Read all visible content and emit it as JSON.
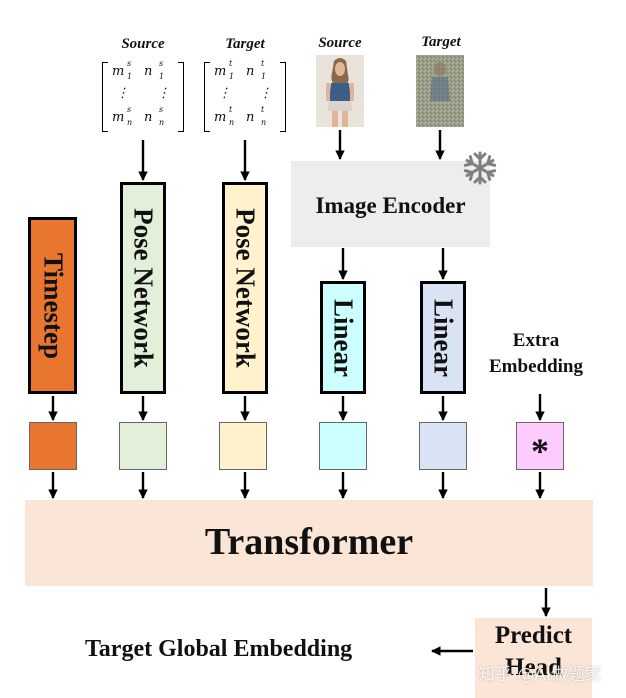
{
  "pose_source": {
    "header": "Source",
    "matrix": {
      "r1c1": "m",
      "r1c1_sup": "s",
      "r1c1_sub": "1",
      "r1c2": "n",
      "r1c2_sup": "s",
      "r1c2_sub": "1",
      "dots": "⋮",
      "r2c1": "m",
      "r2c1_sup": "s",
      "r2c1_sub": "n",
      "r2c2": "n",
      "r2c2_sup": "s",
      "r2c2_sub": "n"
    }
  },
  "pose_target": {
    "header": "Target",
    "matrix": {
      "r1c1": "m",
      "r1c1_sup": "t",
      "r1c1_sub": "1",
      "r1c2": "n",
      "r1c2_sup": "t",
      "r1c2_sub": "1",
      "dots": "⋮",
      "r2c1": "m",
      "r2c1_sup": "t",
      "r2c1_sub": "n",
      "r2c2": "n",
      "r2c2_sup": "t",
      "r2c2_sub": "n"
    }
  },
  "image_source": {
    "header": "Source"
  },
  "image_target": {
    "header": "Target"
  },
  "image_encoder": {
    "label": "Image Encoder",
    "frozen_icon": "snowflake-icon"
  },
  "blocks": {
    "timestep": {
      "label": "Timestep",
      "color": "#E8762F",
      "token_color": "#E8762F"
    },
    "pose_network_source": {
      "label": "Pose Network",
      "color": "#E2EFD9",
      "token_color": "#E2EFD9"
    },
    "pose_network_target": {
      "label": "Pose Network",
      "color": "#FFF2CC",
      "token_color": "#FFF2CC"
    },
    "linear_source": {
      "label": "Linear",
      "color": "#CCFFFF",
      "token_color": "#CCFFFF"
    },
    "linear_target": {
      "label": "Linear",
      "color": "#DAE3F3",
      "token_color": "#DAE3F3"
    }
  },
  "extra_embedding": {
    "label_line1": "Extra",
    "label_line2": "Embedding",
    "token_symbol": "*",
    "token_color": "#FFCCFF"
  },
  "transformer": {
    "label": "Transformer",
    "color": "#FBE5D6"
  },
  "predict_head": {
    "label_line1": "Predict",
    "label_line2": "Head",
    "color": "#FBE5D6"
  },
  "output": {
    "label": "Target Global Embedding"
  },
  "watermark": {
    "text": "知乎 @AI做题家"
  }
}
